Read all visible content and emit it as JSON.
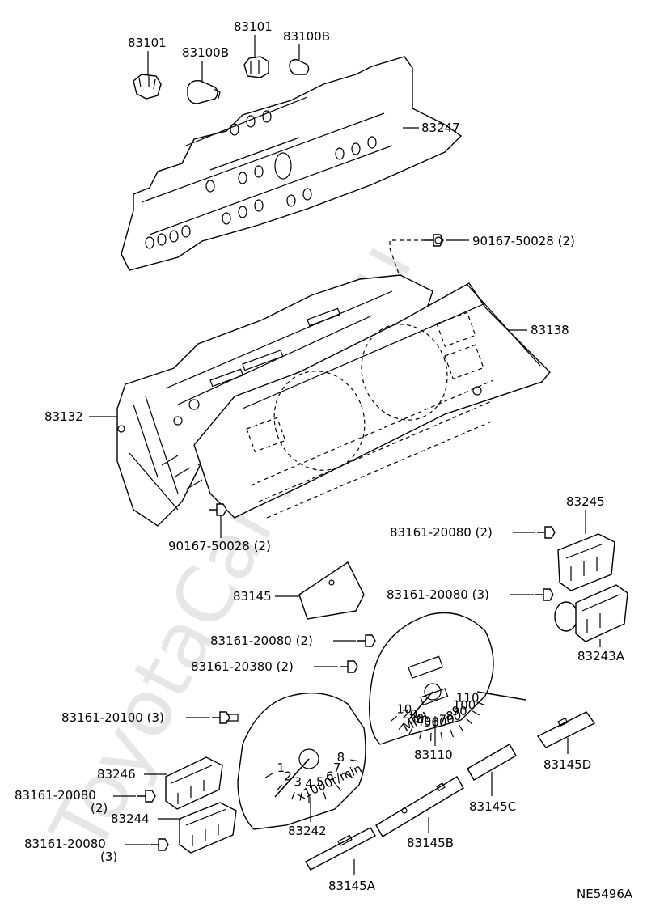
{
  "watermark": "ToyotaCarTune.ru",
  "diagram_code": "NE5496A",
  "labels": {
    "p83101_a": "83101",
    "p83100b_a": "83100B",
    "p83101_b": "83101",
    "p83100b_b": "83100B",
    "p83247": "83247",
    "p90167_top": "90167-50028 (2)",
    "p83138": "83138",
    "p83132": "83132",
    "p90167_bottom": "90167-50028 (2)",
    "p83245": "83245",
    "p83161_20080_2a": "83161-20080 (2)",
    "p83161_20080_3a": "83161-20080 (3)",
    "p83145": "83145",
    "p83243a": "83243A",
    "p83161_20080_2b": "83161-20080 (2)",
    "p83161_20380_2": "83161-20380 (2)",
    "p83161_20100_3": "83161-20100 (3)",
    "p83110": "83110",
    "p83145d": "83145D",
    "p83246": "83246",
    "p83161_20080_c": "83161-20080",
    "p83161_20080_c_qty": "(2)",
    "p83244": "83244",
    "p83161_20080_d": "83161-20080",
    "p83161_20080_d_qty": "(3)",
    "p83242": "83242",
    "p83145b": "83145B",
    "p83145c": "83145C",
    "p83145a": "83145A"
  },
  "gauges": {
    "speedo_ticks": [
      "10",
      "20",
      "30",
      "40",
      "50",
      "60",
      "70",
      "80",
      "90",
      "100",
      "110"
    ],
    "speedo_unit": "MPH",
    "tacho_ticks": [
      "1",
      "2",
      "3",
      "4",
      "5",
      "6",
      "7",
      "8"
    ],
    "tacho_unit": "x1000r/min"
  }
}
